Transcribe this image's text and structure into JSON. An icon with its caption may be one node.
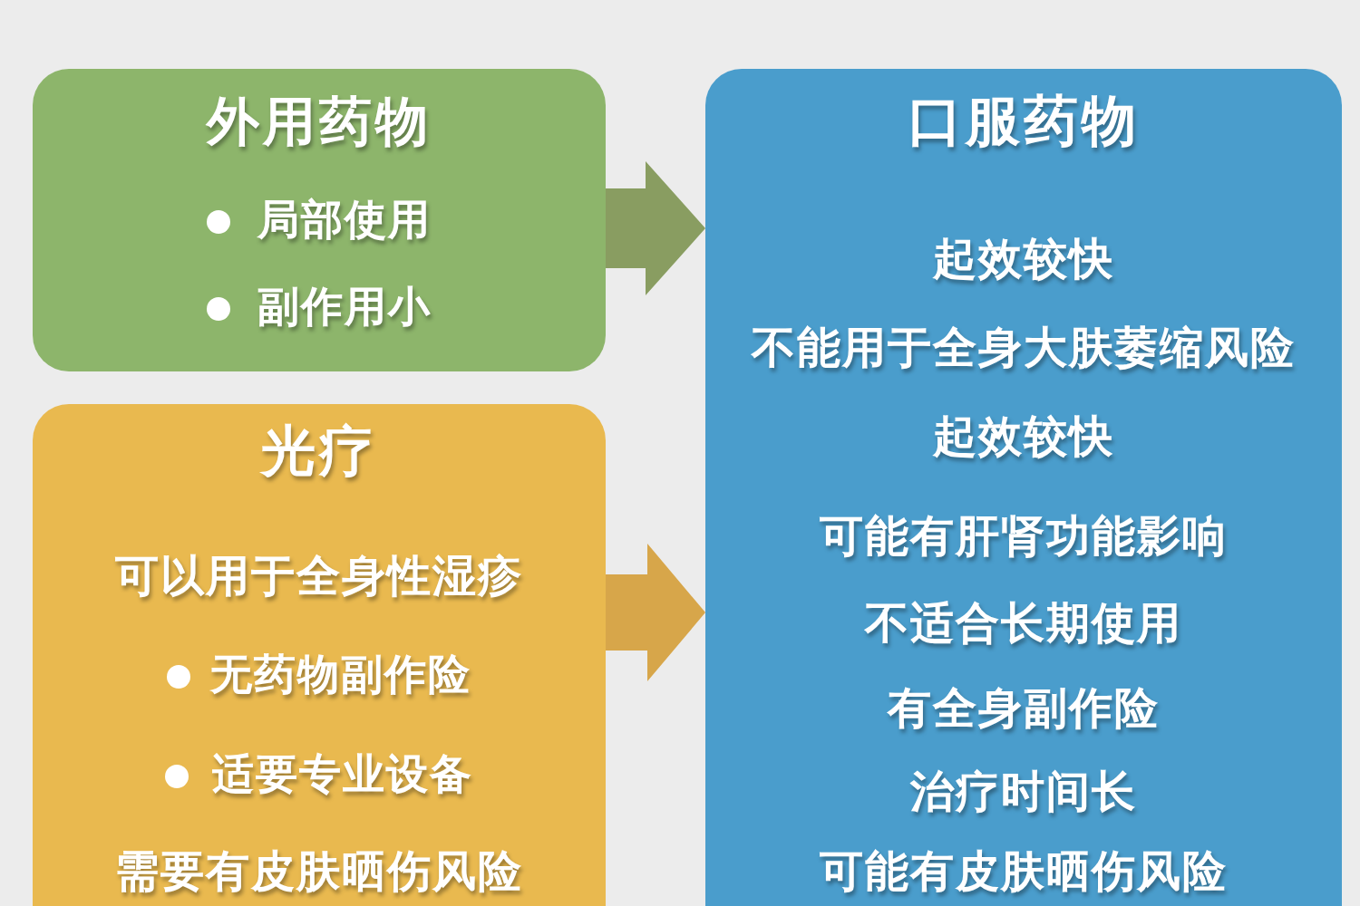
{
  "diagram": {
    "nodes": [
      {
        "text": [
          "外用药物",
          "局部使用",
          "副作用小"
        ]
      },
      {
        "text": [
          "口服药物",
          "起效较快",
          "不能用于全身大肤萎缩风险",
          "起效较快",
          "可能有肝肾功能影响",
          "不适合长期使用",
          "有全身副作险",
          "治疗时间长",
          "可能有皮肤晒伤风险"
        ]
      },
      {
        "text": [
          "光疗",
          "可以用于全身性湿疹",
          "无药物副作险",
          "适要专业设备",
          "需要有皮肤晒伤风险"
        ]
      }
    ],
    "edges": [
      {
        "from": 0,
        "to": 1,
        "arrow": "to"
      },
      {
        "from": 2,
        "to": 1,
        "arrow": "to"
      }
    ]
  }
}
